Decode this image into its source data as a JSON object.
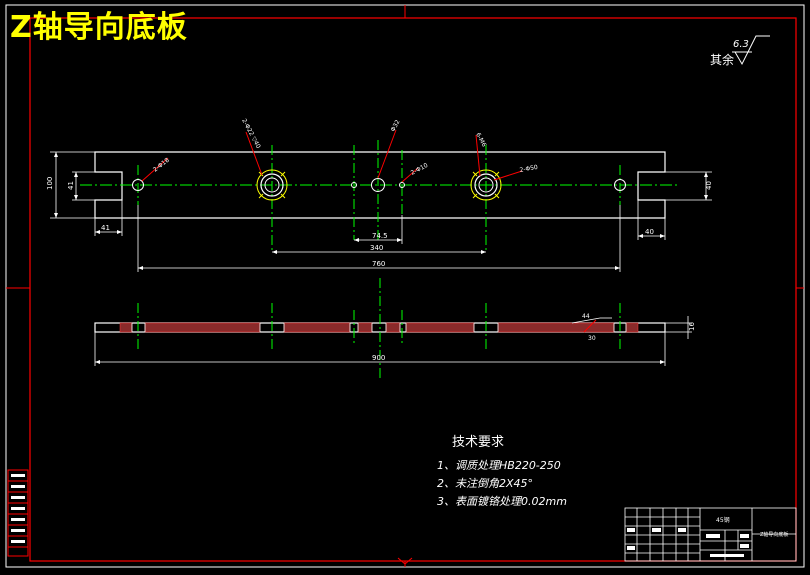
{
  "title": "Z轴导向底板",
  "roughness": {
    "prefix": "其余",
    "value": "6.3"
  },
  "holes": {
    "hole_a": "2-Φ18",
    "hole_b": "2-Φ22 ▽40",
    "hole_c": "Φ32",
    "hole_d": "2-Φ10",
    "hole_e": "6-M6",
    "hole_f": "2-Φ50"
  },
  "dims": {
    "left_height": "100",
    "left_inner": "41",
    "left_bottom": "41",
    "right_height": "40",
    "right_bottom": "40",
    "center_small": "74.5",
    "center_mid": "340",
    "overall_holes": "760",
    "overall_length": "900",
    "side_thickness": "16",
    "side_note_top": "44",
    "side_note_bottom": "30"
  },
  "tech": {
    "heading": "技术要求",
    "items": [
      "1、调质处理HB220-250",
      "2、未注倒角2X45°",
      "3、表面镀铬处理0.02mm"
    ]
  },
  "title_block": {
    "material": "45钢",
    "drawing_name": "Z轴导向底板"
  }
}
